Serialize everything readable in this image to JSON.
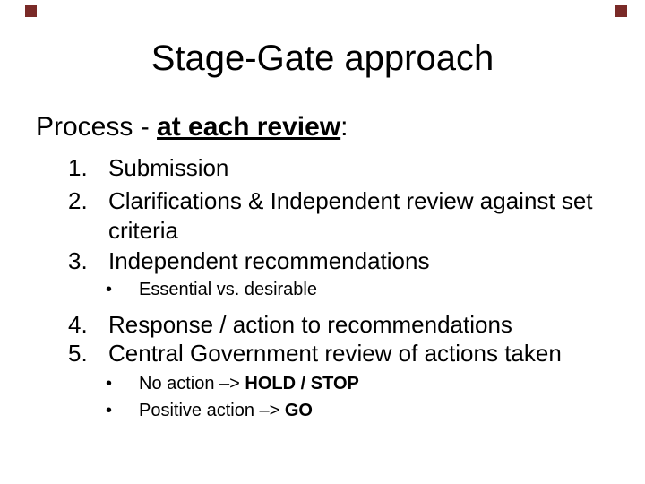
{
  "slide": {
    "title": "Stage-Gate approach",
    "bullet_char": "•",
    "decor": {
      "corner_square_color": "#7a2a28"
    },
    "intro": {
      "prefix": "Process - ",
      "emphasis": "at each review",
      "suffix": ":"
    },
    "numbered_items": [
      {
        "number": "1.",
        "text": "Submission"
      },
      {
        "number": "2.",
        "text": "Clarifications & Independent review against set criteria"
      },
      {
        "number": "3.",
        "text": "Independent recommendations"
      },
      {
        "number": "4.",
        "text": "Response / action to recommendations"
      },
      {
        "number": "5.",
        "text": "Central Government review of actions taken"
      }
    ],
    "sub_bullets": [
      {
        "text": "Essential vs. desirable",
        "bold": ""
      },
      {
        "text": "No action –> ",
        "bold": "HOLD / STOP"
      },
      {
        "text": "Positive action –> ",
        "bold": "GO"
      }
    ]
  }
}
